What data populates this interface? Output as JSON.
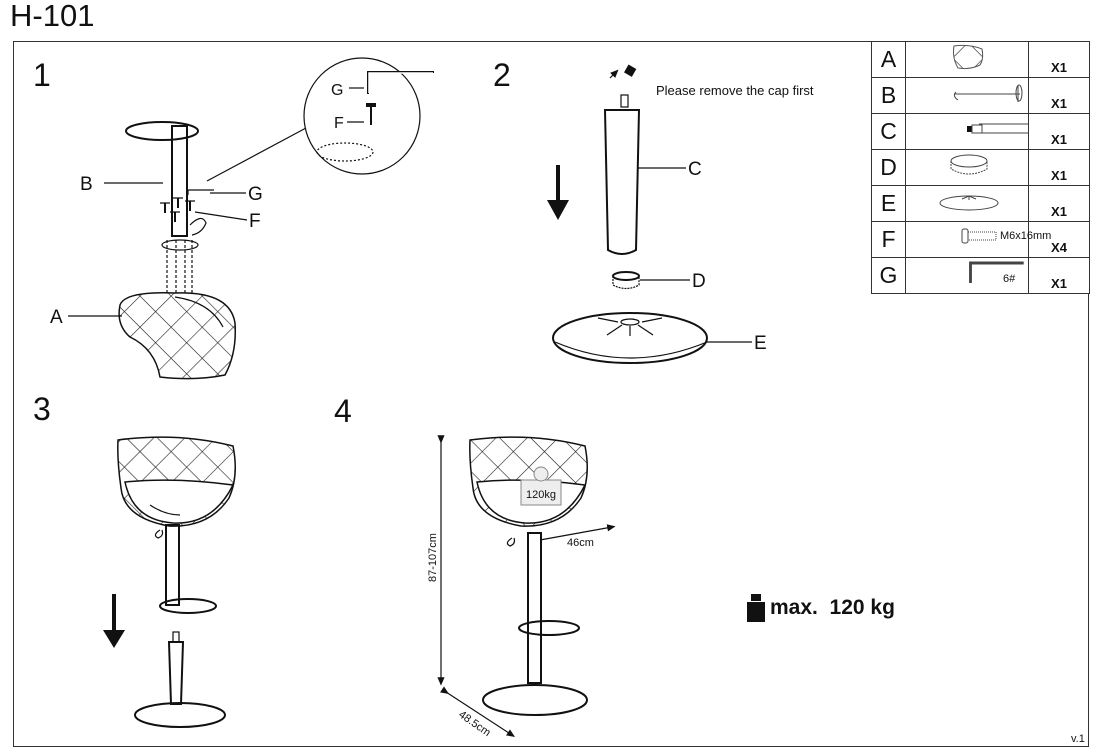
{
  "title": "H-101",
  "version": "v.1",
  "steps": {
    "s1": "1",
    "s2": "2",
    "s3": "3",
    "s4": "4"
  },
  "step1_labels": {
    "b": "B",
    "g": "G",
    "f": "F",
    "a": "A",
    "detail_g": "G",
    "detail_f": "F"
  },
  "step2": {
    "note": "Please remove the cap first",
    "c": "C",
    "d": "D",
    "e": "E"
  },
  "step4": {
    "height": "87-107cm",
    "seat_width": "46cm",
    "base_depth": "48.5cm",
    "seat_load": "120kg"
  },
  "max_load": {
    "icon": "weight-icon",
    "text": "max.  120 kg"
  },
  "parts": [
    {
      "key": "A",
      "qty": "X1",
      "icon": "seat-icon"
    },
    {
      "key": "B",
      "qty": "X1",
      "icon": "frame-footrest-icon"
    },
    {
      "key": "C",
      "qty": "X1",
      "icon": "gas-lift-icon"
    },
    {
      "key": "D",
      "qty": "X1",
      "icon": "ring-icon"
    },
    {
      "key": "E",
      "qty": "X1",
      "icon": "base-icon"
    },
    {
      "key": "F",
      "qty": "X4",
      "icon": "bolt-icon",
      "spec": "M6x16mm"
    },
    {
      "key": "G",
      "qty": "X1",
      "icon": "allen-key-icon",
      "spec": "6#"
    }
  ]
}
